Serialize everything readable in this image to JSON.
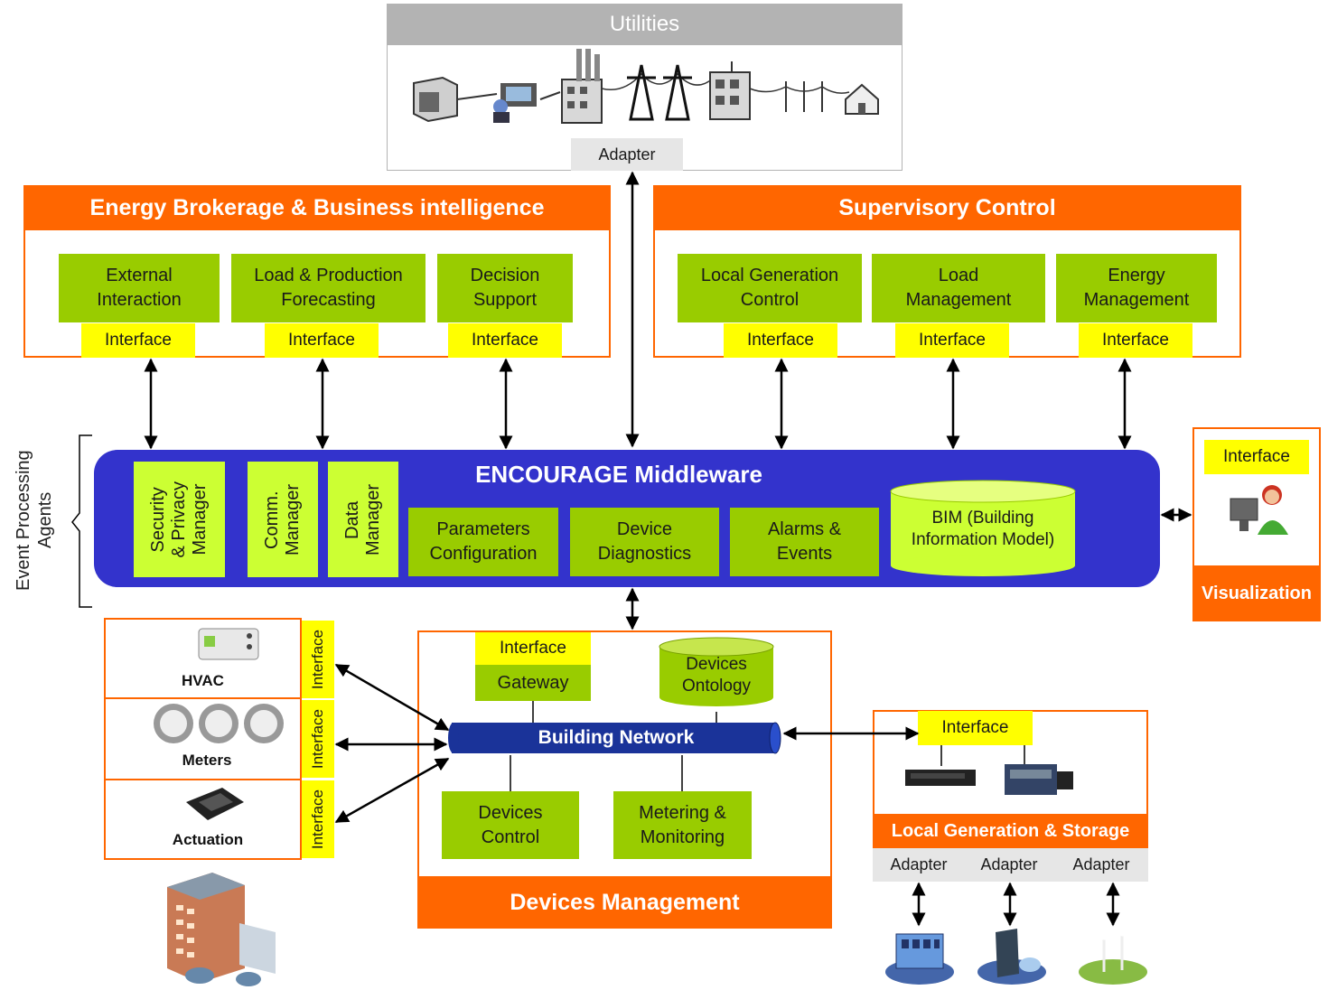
{
  "utilities": {
    "title": "Utilities",
    "adapter": "Adapter"
  },
  "ebi": {
    "title": "Energy Brokerage  & Business intelligence",
    "modules": [
      {
        "label": "External\nInteraction",
        "interface": "Interface"
      },
      {
        "label": "Load & Production\nForecasting",
        "interface": "Interface"
      },
      {
        "label": "Decision\nSupport",
        "interface": "Interface"
      }
    ]
  },
  "sc": {
    "title": "Supervisory Control",
    "modules": [
      {
        "label": "Local Generation\nControl",
        "interface": "Interface"
      },
      {
        "label": "Load\nManagement",
        "interface": "Interface"
      },
      {
        "label": "Energy\nManagement",
        "interface": "Interface"
      }
    ]
  },
  "middleware": {
    "title": "ENCOURAGE Middleware",
    "event_label": "Event Processing\nAgents",
    "vertical": [
      "Security\n& Privacy\nManager",
      "Comm.\nManager",
      "Data\nManager"
    ],
    "horizontal": [
      "Parameters\nConfiguration",
      "Device\nDiagnostics",
      "Alarms &\nEvents"
    ],
    "bim": "BIM (Building\nInformation Model)"
  },
  "visualization": {
    "interface": "Interface",
    "title": "Visualization"
  },
  "building_devices": {
    "items": [
      "HVAC",
      "Meters",
      "Actuation"
    ],
    "interface": "Interface"
  },
  "devices_management": {
    "title": "Devices Management",
    "interface": "Interface",
    "gateway": "Gateway",
    "ontology": "Devices\nOntology",
    "network": "Building Network",
    "control": "Devices\nControl",
    "metering": "Metering &\nMonitoring"
  },
  "local_gen": {
    "title": "Local Generation & Storage",
    "interface": "Interface",
    "adapters": [
      "Adapter",
      "Adapter",
      "Adapter"
    ]
  },
  "colors": {
    "orange": "#ff6600",
    "green": "#99cc00",
    "yellow": "#ffff00",
    "middleware_blue": "#3333cc",
    "lime": "#ccff33",
    "network_blue": "#1a3399"
  }
}
